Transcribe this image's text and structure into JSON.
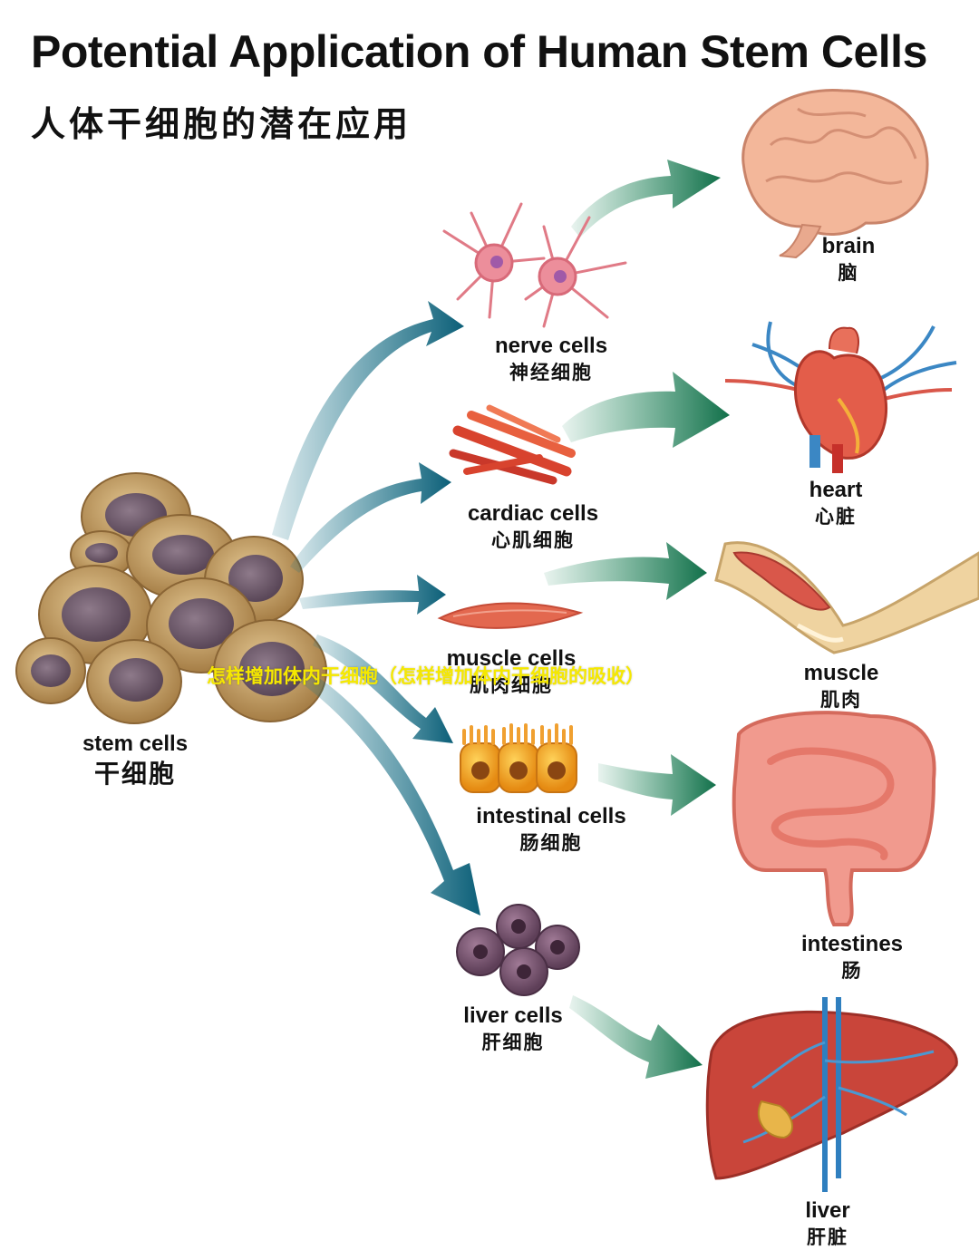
{
  "title": "Potential Application of Human Stem Cells",
  "subtitle": "人体干细胞的潜在应用",
  "overlay_text": "怎样增加体内干细胞（怎样增加体内干细胞的吸收）",
  "source": {
    "en": "stem cells",
    "zh": "干细胞"
  },
  "cells": [
    {
      "en": "nerve cells",
      "zh": "神经细胞"
    },
    {
      "en": "cardiac cells",
      "zh": "心肌细胞"
    },
    {
      "en": "muscle cells",
      "zh": "肌肉细胞"
    },
    {
      "en": "intestinal cells",
      "zh": "肠细胞"
    },
    {
      "en": "liver cells",
      "zh": "肝细胞"
    }
  ],
  "organs": [
    {
      "en": "brain",
      "zh": "脑"
    },
    {
      "en": "heart",
      "zh": "心脏"
    },
    {
      "en": "muscle",
      "zh": "肌肉"
    },
    {
      "en": "intestines",
      "zh": "肠"
    },
    {
      "en": "liver",
      "zh": "肝脏"
    }
  ],
  "colors": {
    "arrow_teal": "#0e6f86",
    "arrow_green": "#1f8a5c",
    "overlay": "#f5e800"
  }
}
